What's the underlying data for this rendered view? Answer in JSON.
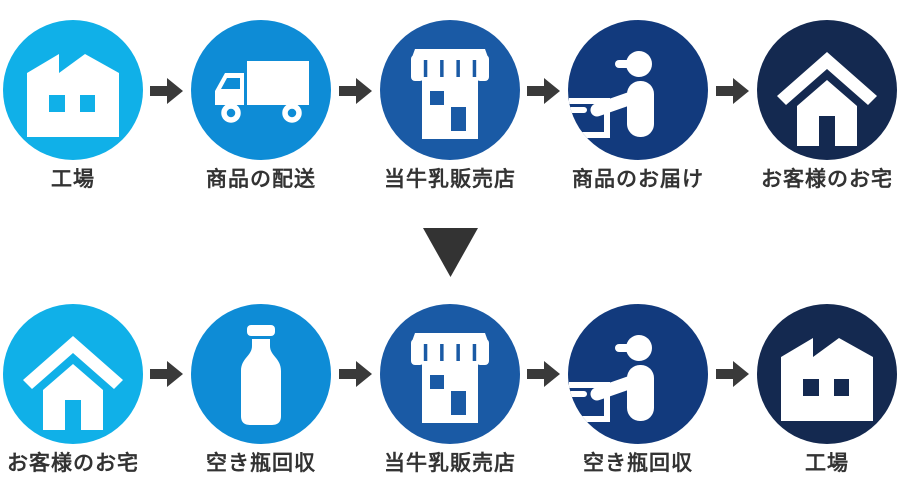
{
  "flow": {
    "background": "#ffffff",
    "text_color": "#333333",
    "arrow_color": "#3a3a3a",
    "separator": {
      "icon": "down-triangle-icon",
      "color": "#333333"
    },
    "rows": [
      {
        "name": "delivery-flow",
        "steps": [
          {
            "label": "工場",
            "icon": "factory-icon",
            "color": "#10b0e8"
          },
          {
            "label": "商品の配送",
            "icon": "truck-icon",
            "color": "#0e8cd6"
          },
          {
            "label": "当牛乳販売店",
            "icon": "store-icon",
            "color": "#1a5aa5"
          },
          {
            "label": "商品のお届け",
            "icon": "delivery-person-icon",
            "color": "#123a7d"
          },
          {
            "label": "お客様のお宅",
            "icon": "house-icon",
            "color": "#142950"
          }
        ]
      },
      {
        "name": "return-flow",
        "steps": [
          {
            "label": "お客様のお宅",
            "icon": "house-icon",
            "color": "#10b0e8"
          },
          {
            "label": "空き瓶回収",
            "icon": "milk-bottle-icon",
            "color": "#0e8cd6"
          },
          {
            "label": "当牛乳販売店",
            "icon": "store-icon",
            "color": "#1a5aa5"
          },
          {
            "label": "空き瓶回収",
            "icon": "delivery-person-icon",
            "color": "#123a7d"
          },
          {
            "label": "工場",
            "icon": "factory-icon",
            "color": "#142950"
          }
        ]
      }
    ]
  }
}
